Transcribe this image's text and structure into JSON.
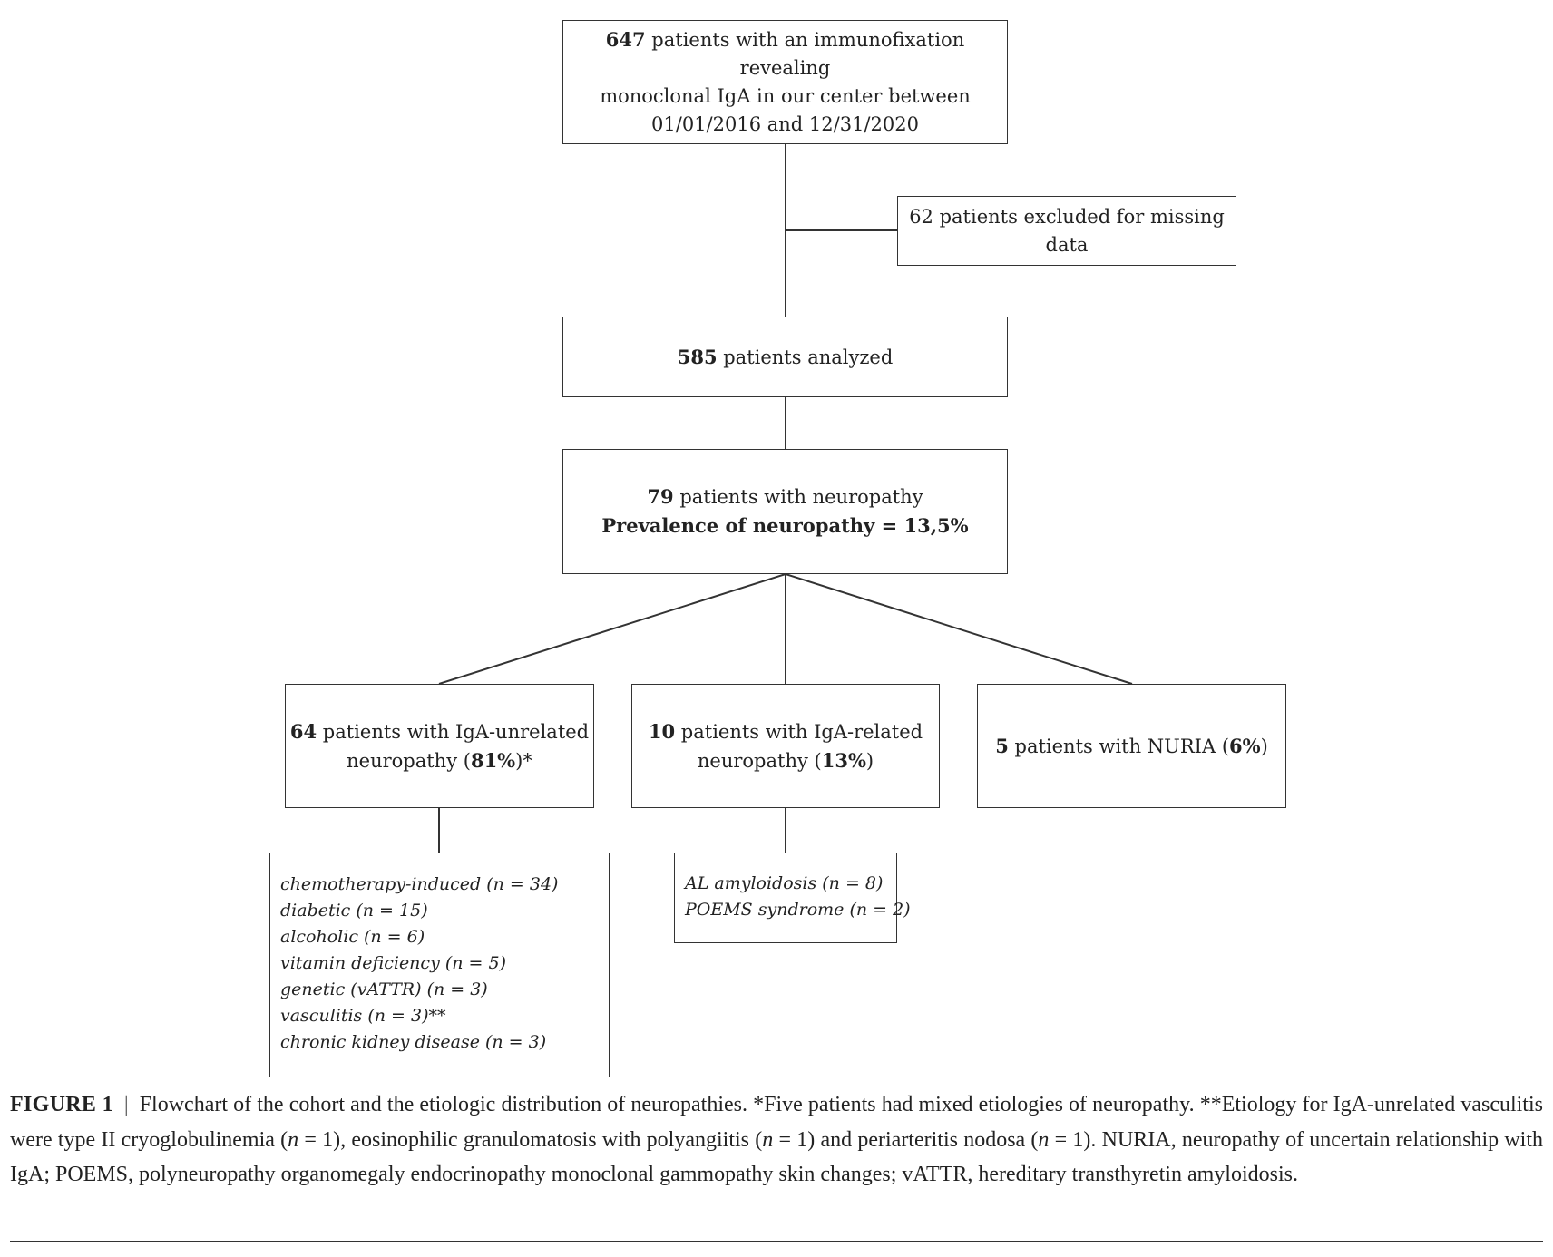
{
  "flowchart": {
    "start": {
      "count": "647",
      "line1": " patients with an immunofixation revealing",
      "line2": "monoclonal IgA in our center between",
      "line3": "01/01/2016 and 12/31/2020"
    },
    "excluded": {
      "line1": "62 patients excluded for missing",
      "line2": "data"
    },
    "analyzed": {
      "count": "585",
      "text": " patients analyzed"
    },
    "neuropathy": {
      "count": "79",
      "text": " patients with neuropathy",
      "prevalence": "Prevalence of neuropathy = 13,5%"
    },
    "unrelated": {
      "count": "64",
      "line1": " patients with IgA-unrelated",
      "line2_pre": "neuropathy (",
      "percent": "81%",
      "line2_post": ")*"
    },
    "related": {
      "count": "10",
      "line1": " patients with IgA-related",
      "line2_pre": "neuropathy (",
      "percent": "13%",
      "line2_post": ")"
    },
    "nuria": {
      "count": "5",
      "text_pre": " patients with NURIA (",
      "percent": "6%",
      "text_post": ")"
    },
    "unrelated_causes": [
      "chemotherapy-induced (n = 34)",
      "diabetic  (n = 15)",
      "alcoholic (n = 6)",
      "vitamin deficiency (n = 5)",
      "genetic (vATTR) (n = 3)",
      "vasculitis (n = 3)**",
      "chronic kidney disease (n = 3)"
    ],
    "related_causes": [
      "AL amyloidosis (n = 8)",
      "POEMS syndrome (n = 2)"
    ]
  },
  "caption": {
    "label": "FIGURE 1",
    "separator": "|",
    "t1": "Flowchart of the cohort and the etiologic distribution of neuropathies. *Five patients had mixed etiologies of neuropathy. **Etiology for IgA-unrelated vasculitis were type II cryoglobulinemia (",
    "n": "n",
    "eq1": " = 1), eosinophilic granulomatosis with polyangiitis (",
    "eq2": " = 1) and periarteritis nodosa (",
    "t2": " = 1). NURIA, neuropathy of uncertain relationship with IgA; POEMS, polyneuropathy organomegaly endocrinopathy monoclonal gammopathy skin changes; vATTR, hereditary transthyretin amyloidosis."
  },
  "colors": {
    "line": "#333333",
    "text": "#222222",
    "background": "#ffffff"
  }
}
